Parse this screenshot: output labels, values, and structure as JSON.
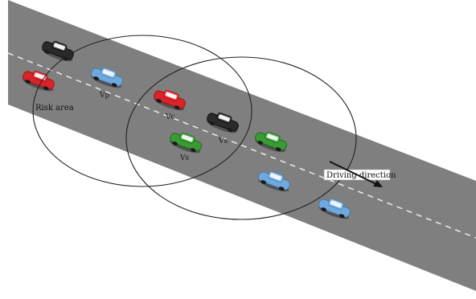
{
  "labels": {
    "risk_area": "Risk area",
    "driving_direction": "Driving direction",
    "vp": "Vp",
    "vc": "Vc",
    "vs_near": "Vs",
    "vs_lower": "Vs"
  },
  "colors": {
    "road": "#7f7f7f",
    "lane_marking": "#e0e0e0",
    "risk_circle": "#222222",
    "car_red": "#d8252b",
    "car_blue": "#6fa8dc",
    "car_black": "#2b2b2b",
    "car_green": "#3a9a35",
    "arrow": "#111111"
  },
  "vehicles": [
    {
      "id": "black-1",
      "color": "car_black"
    },
    {
      "id": "red-1",
      "color": "car_red"
    },
    {
      "id": "blue-vp",
      "color": "car_blue"
    },
    {
      "id": "red-vc",
      "color": "car_red"
    },
    {
      "id": "black-vs",
      "color": "car_black"
    },
    {
      "id": "green-vs",
      "color": "car_green"
    },
    {
      "id": "green-2",
      "color": "car_green"
    },
    {
      "id": "blue-2",
      "color": "car_blue"
    },
    {
      "id": "blue-3",
      "color": "car_blue"
    }
  ]
}
